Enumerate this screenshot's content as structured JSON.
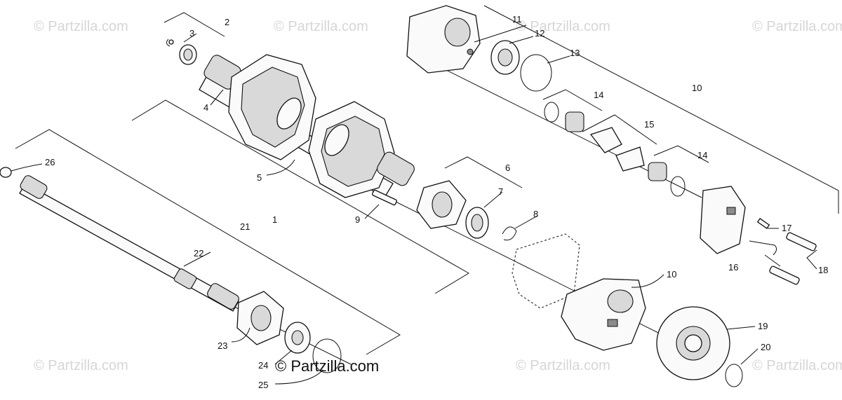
{
  "watermark": "© Partzilla.com",
  "logo_text": "© Partzilla.com",
  "callouts": {
    "c1": "1",
    "c2": "2",
    "c3": "3",
    "c4": "4",
    "c5": "5",
    "c6": "6",
    "c7": "7",
    "c8": "8",
    "c9": "9",
    "c10a": "10",
    "c10b": "10",
    "c11": "11",
    "c12": "12",
    "c13": "13",
    "c14a": "14",
    "c14b": "14",
    "c15": "15",
    "c16": "16",
    "c17": "17",
    "c18": "18",
    "c19": "19",
    "c20": "20",
    "c21": "21",
    "c22": "22",
    "c23": "23",
    "c24": "24",
    "c25": "25",
    "c26": "26"
  }
}
